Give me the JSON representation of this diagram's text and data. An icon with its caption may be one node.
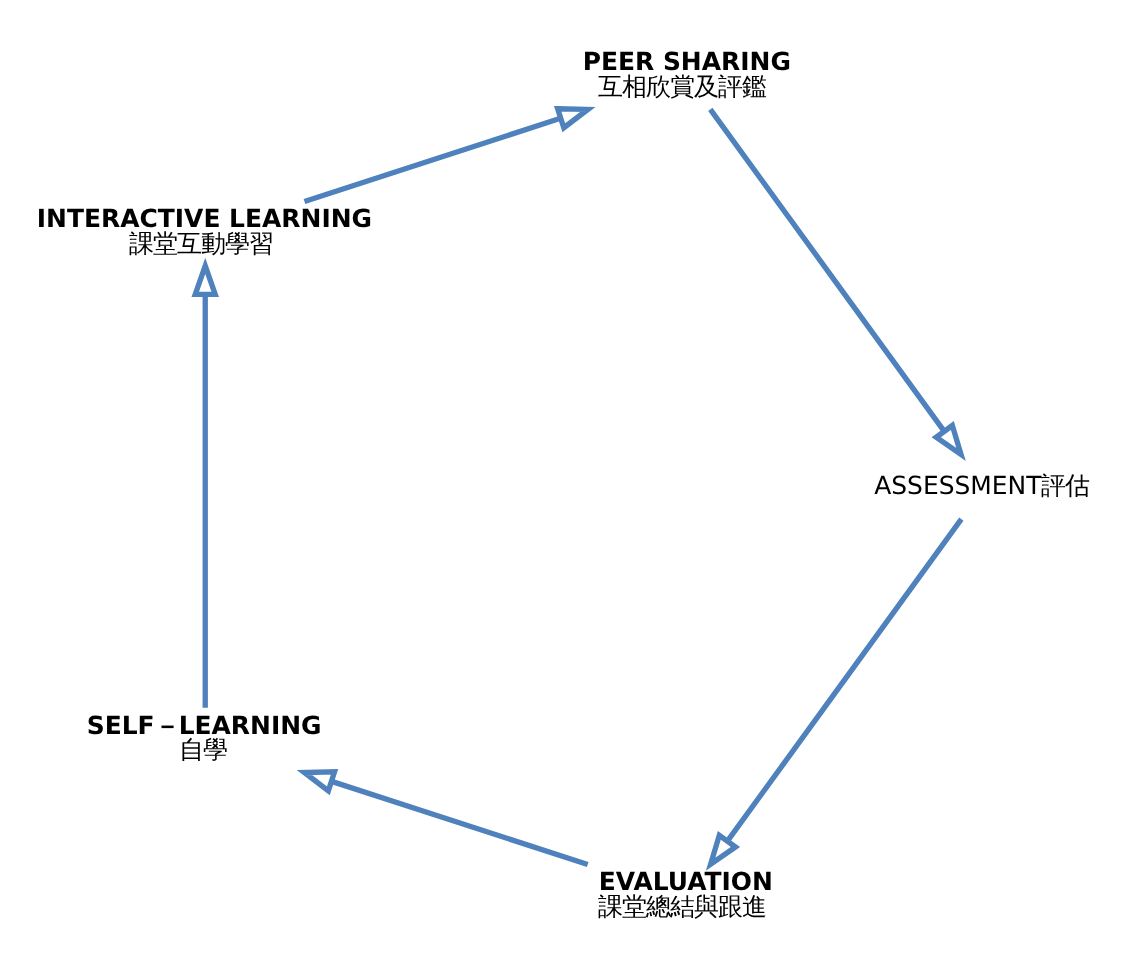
{
  "diagram": {
    "nodes": [
      {
        "text": [
          "EVALUATION",
          "課堂總結與跟進"
        ]
      },
      {
        "text": [
          "SELF－LEARNING",
          "自學"
        ]
      },
      {
        "text": [
          "INTERACTIVE LEARNING",
          "課堂互動學習"
        ]
      },
      {
        "text": [
          "PEER SHARING",
          "互相欣賞及評鑑"
        ]
      },
      {
        "text": [
          "ASSESSMENT評估"
        ]
      }
    ],
    "edges": [
      {
        "from": 0,
        "to": 1,
        "arrow": "to"
      },
      {
        "from": 1,
        "to": 2,
        "arrow": "to"
      },
      {
        "from": 2,
        "to": 3,
        "arrow": "to"
      },
      {
        "from": 3,
        "to": 4,
        "arrow": "to"
      },
      {
        "from": 4,
        "to": 0,
        "arrow": "to"
      }
    ]
  }
}
